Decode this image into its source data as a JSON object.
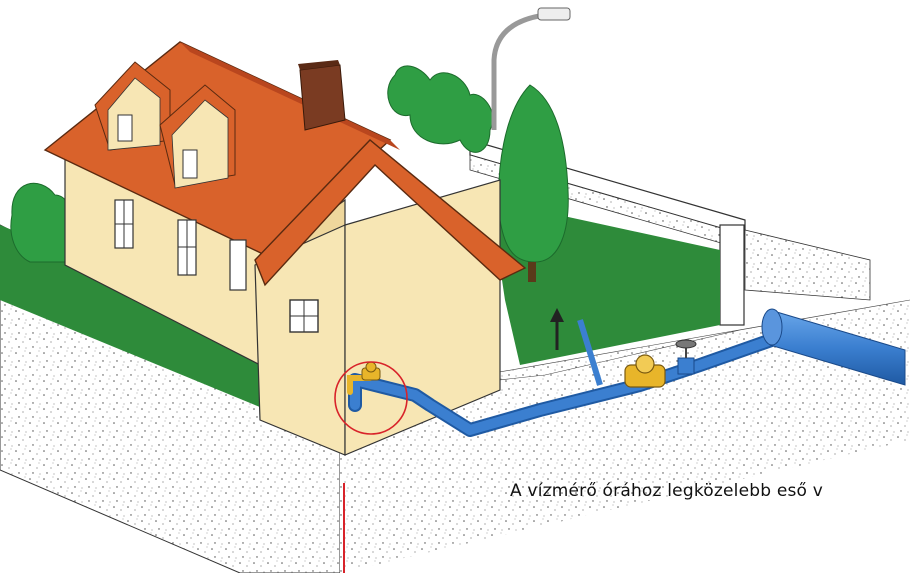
{
  "caption": {
    "text": "A vízmérő órához legközelebb eső v"
  },
  "colors": {
    "roof": "#d9622b",
    "wall": "#f7e6b4",
    "grass": "#2e8b3a",
    "tree": "#2f9e44",
    "pipe": "#3b7fd0",
    "meter": "#e8b52a",
    "callout": "#d8232a"
  },
  "icons": [
    "house",
    "chimney",
    "street-lamp",
    "tree",
    "water-pipe",
    "water-meter",
    "valve",
    "faucet"
  ]
}
